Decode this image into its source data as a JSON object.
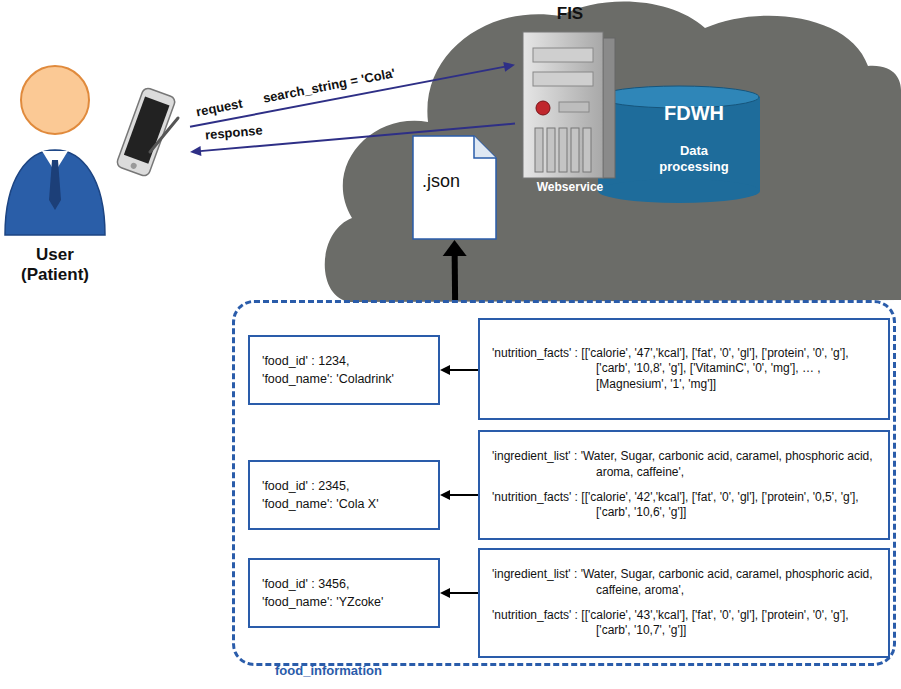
{
  "diagram": {
    "nodes": [
      {
        "text": [
          "User (Patient)"
        ]
      },
      {
        "text": [
          "FIS",
          "Webservice"
        ]
      },
      {
        "text": [
          "FDWH",
          "Data processing"
        ]
      },
      {
        "text": [
          ".json"
        ]
      },
      {
        "text": [
          "food_information"
        ]
      },
      {
        "text": [
          "'food_id' : 1234,",
          "'food_name': 'Coladrink'"
        ],
        "in": 4
      },
      {
        "text": [
          "'nutrition_facts' : [['calorie', '47','kcal'], ['fat', '0', 'gl'], ['protein', '0', 'g'], ['carb', '10,8', 'g'], ['VitaminC', '0', 'mg'], … , [Magnesium', '1', 'mg']]"
        ],
        "in": 4
      },
      {
        "text": [
          "'food_id' : 2345,",
          "'food_name': 'Cola X'"
        ],
        "in": 4
      },
      {
        "text": [
          "'ingredient_list' : 'Water, Sugar, carbonic acid, caramel, phosphoric acid, aroma, caffeine',",
          "'nutrition_facts' : [['calorie', '42','kcal'], ['fat', '0', 'gl'], ['protein', '0,5', 'g'], ['carb', '10,6', 'g']]"
        ],
        "in": 4
      },
      {
        "text": [
          "'food_id' : 3456,",
          "'food_name': 'YZcoke'"
        ],
        "in": 4
      },
      {
        "text": [
          "'ingredient_list' : 'Water, Sugar, carbonic acid, caramel, phosphoric acid, caffeine, aroma',",
          "'nutrition_facts' : [['calorie', '43','kcal'], ['fat', '0', 'gl'], ['protein', '0', 'g'], ['carb', '10,7', 'g']]"
        ],
        "in": 4
      }
    ],
    "edges": [
      {
        "from": 0,
        "to": 1,
        "label": "request",
        "arrow": "to"
      },
      {
        "from": 1,
        "to": 0,
        "label": "response",
        "arrow": "to"
      },
      {
        "from": 4,
        "to": 3,
        "arrow": "to"
      },
      {
        "from": 6,
        "to": 5,
        "arrow": "to"
      },
      {
        "from": 8,
        "to": 7,
        "arrow": "to"
      },
      {
        "from": 10,
        "to": 9,
        "arrow": "to"
      }
    ],
    "labels": [
      "search_string = 'Cola'"
    ]
  }
}
